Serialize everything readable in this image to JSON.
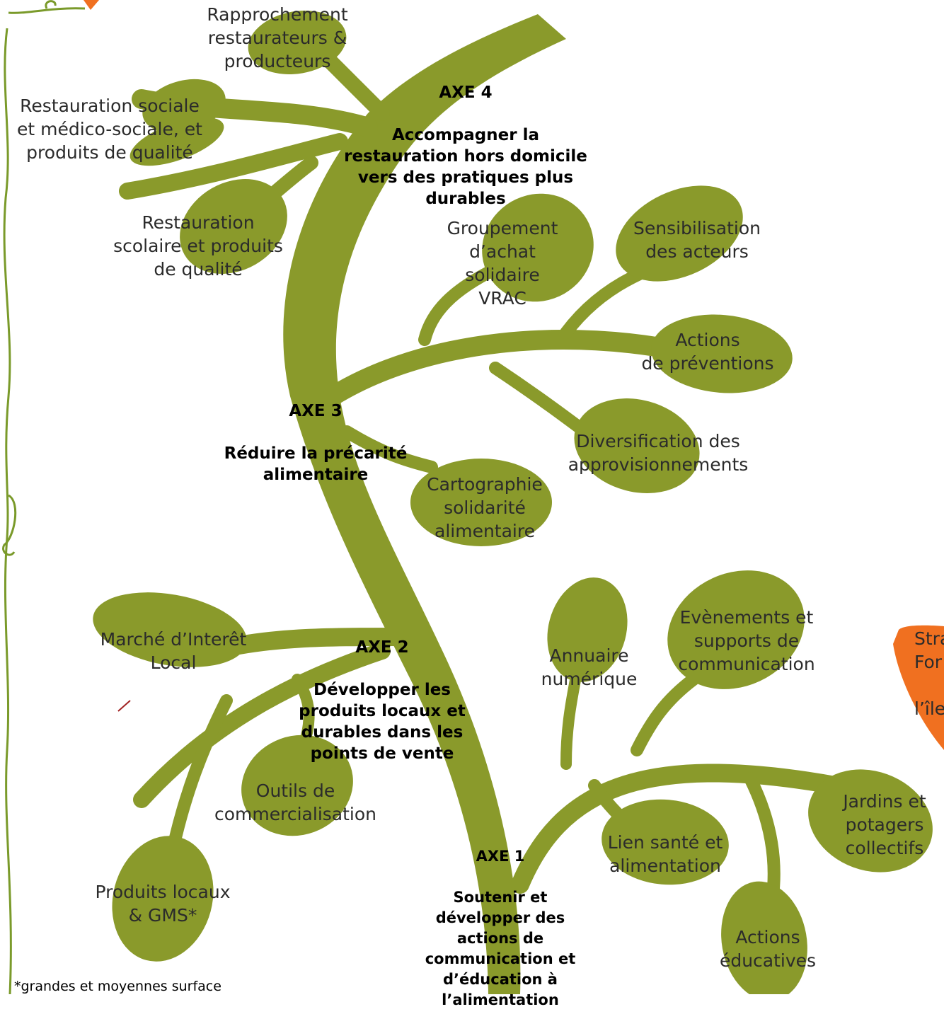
{
  "colors": {
    "plant": "#8a9a2b",
    "vine": "#7a9a2a",
    "accent": "#f07020",
    "text": "#2b2b2b"
  },
  "axes": [
    {
      "id": "axe4",
      "title": "AXE 4",
      "subtitle": "Accompagner la\nrestauration hors domicile\nvers des pratiques plus\ndurables"
    },
    {
      "id": "axe3",
      "title": "AXE 3",
      "subtitle": "Réduire la précarité\nalimentaire"
    },
    {
      "id": "axe2",
      "title": "AXE 2",
      "subtitle": "Développer les\nproduits locaux et\ndurables dans les\npoints de vente"
    },
    {
      "id": "axe1",
      "title": "AXE 1",
      "subtitle": "Soutenir et\ndévelopper des\nactions de\ncommunication et\nd’éducation à\nl’alimentation"
    }
  ],
  "leaves": [
    {
      "text": "Rapprochement\nrestaurateurs &\nproducteurs"
    },
    {
      "text": "Restauration sociale\net médico-sociale, et\nproduits de qualité"
    },
    {
      "text": "Restauration\nscolaire et produits\nde qualité"
    },
    {
      "text": "Groupement\nd’achat\nsolidaire\nVRAC"
    },
    {
      "text": "Sensibilisation\ndes acteurs"
    },
    {
      "text": "Actions\nde préventions"
    },
    {
      "text": "Diversification des\napprovisionnements"
    },
    {
      "text": "Cartographie\nsolidarité\nalimentaire"
    },
    {
      "text": "Marché d’Interêt\nLocal"
    },
    {
      "text": "Outils de\ncommercialisation"
    },
    {
      "text": "Produits locaux\n& GMS*"
    },
    {
      "text": "Annuaire\nnumérique"
    },
    {
      "text": "Evènements et\nsupports de\ncommunication"
    },
    {
      "text": "Lien santé et\nalimentation"
    },
    {
      "text": "Jardins et\npotagers\ncollectifs"
    },
    {
      "text": "Actions\néducatives"
    }
  ],
  "orange_fragment": {
    "line1": "Stra",
    "line2": "For",
    "line3": "l’île"
  },
  "footnote": "*grandes et moyennes surface"
}
